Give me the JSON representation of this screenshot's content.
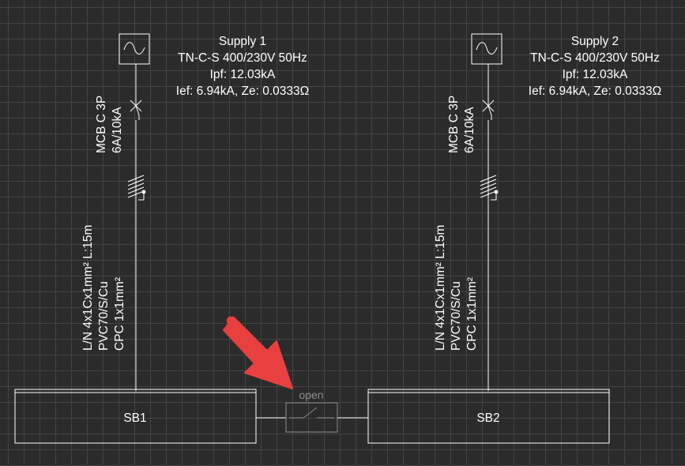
{
  "supply1": {
    "name": "Supply 1",
    "system": "TN-C-S 400/230V 50Hz",
    "ipf": "Ipf: 12.03kA",
    "ief": "Ief: 6.94kA, Ze: 0.0333Ω",
    "breaker_type": "MCB C 3P",
    "breaker_rating": "6A/10kA",
    "cable_conductors": "L/N 4x1Cx1mm² L:15m",
    "cable_insulation": "PVC70/S/Cu",
    "cable_cpc": "CPC 1x1mm²",
    "board": "SB1"
  },
  "supply2": {
    "name": "Supply 2",
    "system": "TN-C-S 400/230V 50Hz",
    "ipf": "Ipf: 12.03kA",
    "ief": "Ief: 6.94kA, Ze: 0.0333Ω",
    "breaker_type": "MCB C 3P",
    "breaker_rating": "6A/10kA",
    "cable_conductors": "L/N 4x1Cx1mm² L:15m",
    "cable_insulation": "PVC70/S/Cu",
    "cable_cpc": "CPC 1x1mm²",
    "board": "SB2"
  },
  "tie_switch": {
    "state": "open"
  },
  "colors": {
    "background": "#2b2b2b",
    "grid": "#444444",
    "wire": "#ffffff",
    "inactive": "#8c8c8c",
    "arrow": "#e8403f"
  }
}
